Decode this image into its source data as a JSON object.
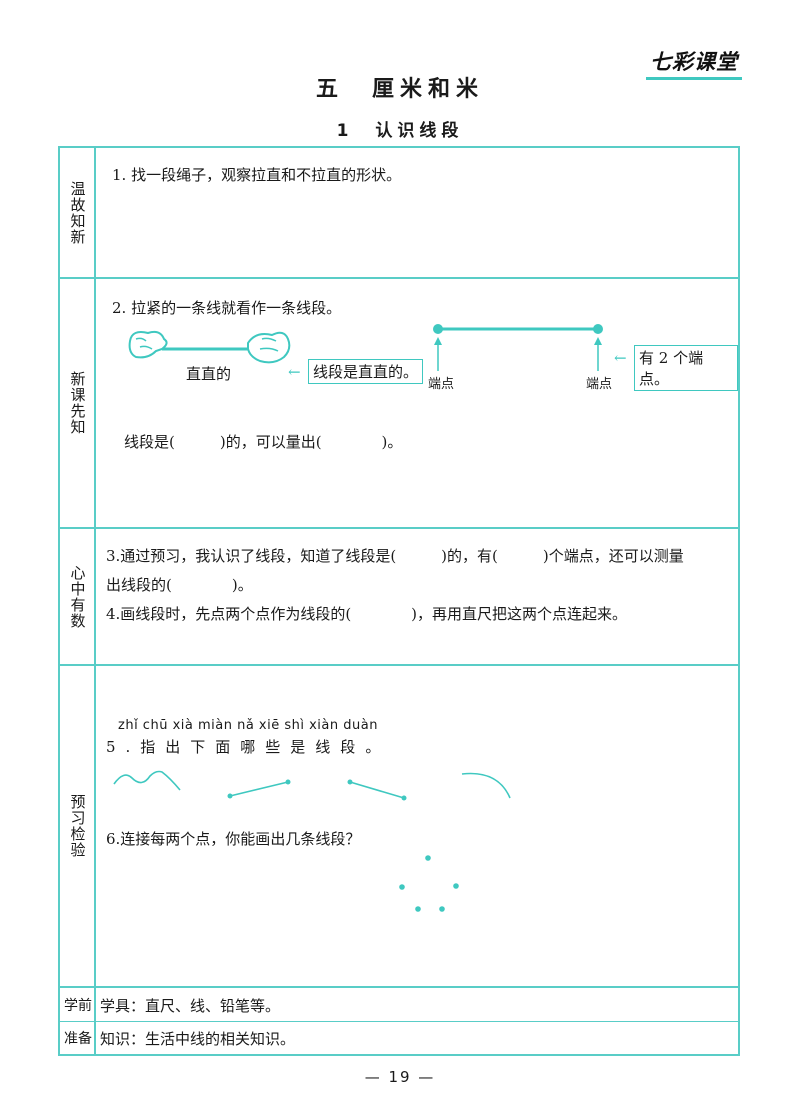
{
  "brand": "七彩课堂",
  "chapter_title": "五　厘米和米",
  "lesson_title": "1　认识线段",
  "sections": {
    "review": {
      "label": "温故知新",
      "q1": "1. 找一段绳子，观察拉直和不拉直的形状。"
    },
    "new_lesson": {
      "label": "新课先知",
      "q2": "2. 拉紧的一条线就看作一条线段。",
      "straight_caption": "直直的",
      "segment_note": "线段是直直的。",
      "endpoint_label": "端点",
      "endpoint_count_note": "有 2 个端点。",
      "fill_in": "线段是(　　　)的，可以量出(　　　　)。"
    },
    "in_mind": {
      "label": "心中有数",
      "q3_line1": "3.通过预习，我认识了线段，知道了线段是(　　　)的，有(　　　)个端点，还可以测量",
      "q3_line2": "出线段的(　　　　)。",
      "q4": "4.画线段时，先点两个点作为线段的(　　　　)，再用直尺把这两个点连起来。"
    },
    "preview_check": {
      "label": "预习检验",
      "q5_pinyin": "zhǐ chū xià miàn nǎ xiē shì xiàn duàn",
      "q5": "5.指出下面哪些是线段。",
      "q6": "6.连接每两个点，你能画出几条线段？"
    },
    "preparation": {
      "label_top": "学前",
      "label_bottom": "准备",
      "tools": "学具：直尺、线、铅笔等。",
      "knowledge": "知识：生活中线的相关知识。"
    }
  },
  "page_number": "— 19 —",
  "colors": {
    "accent": "#59cdc7",
    "text": "#1a1a1a"
  }
}
